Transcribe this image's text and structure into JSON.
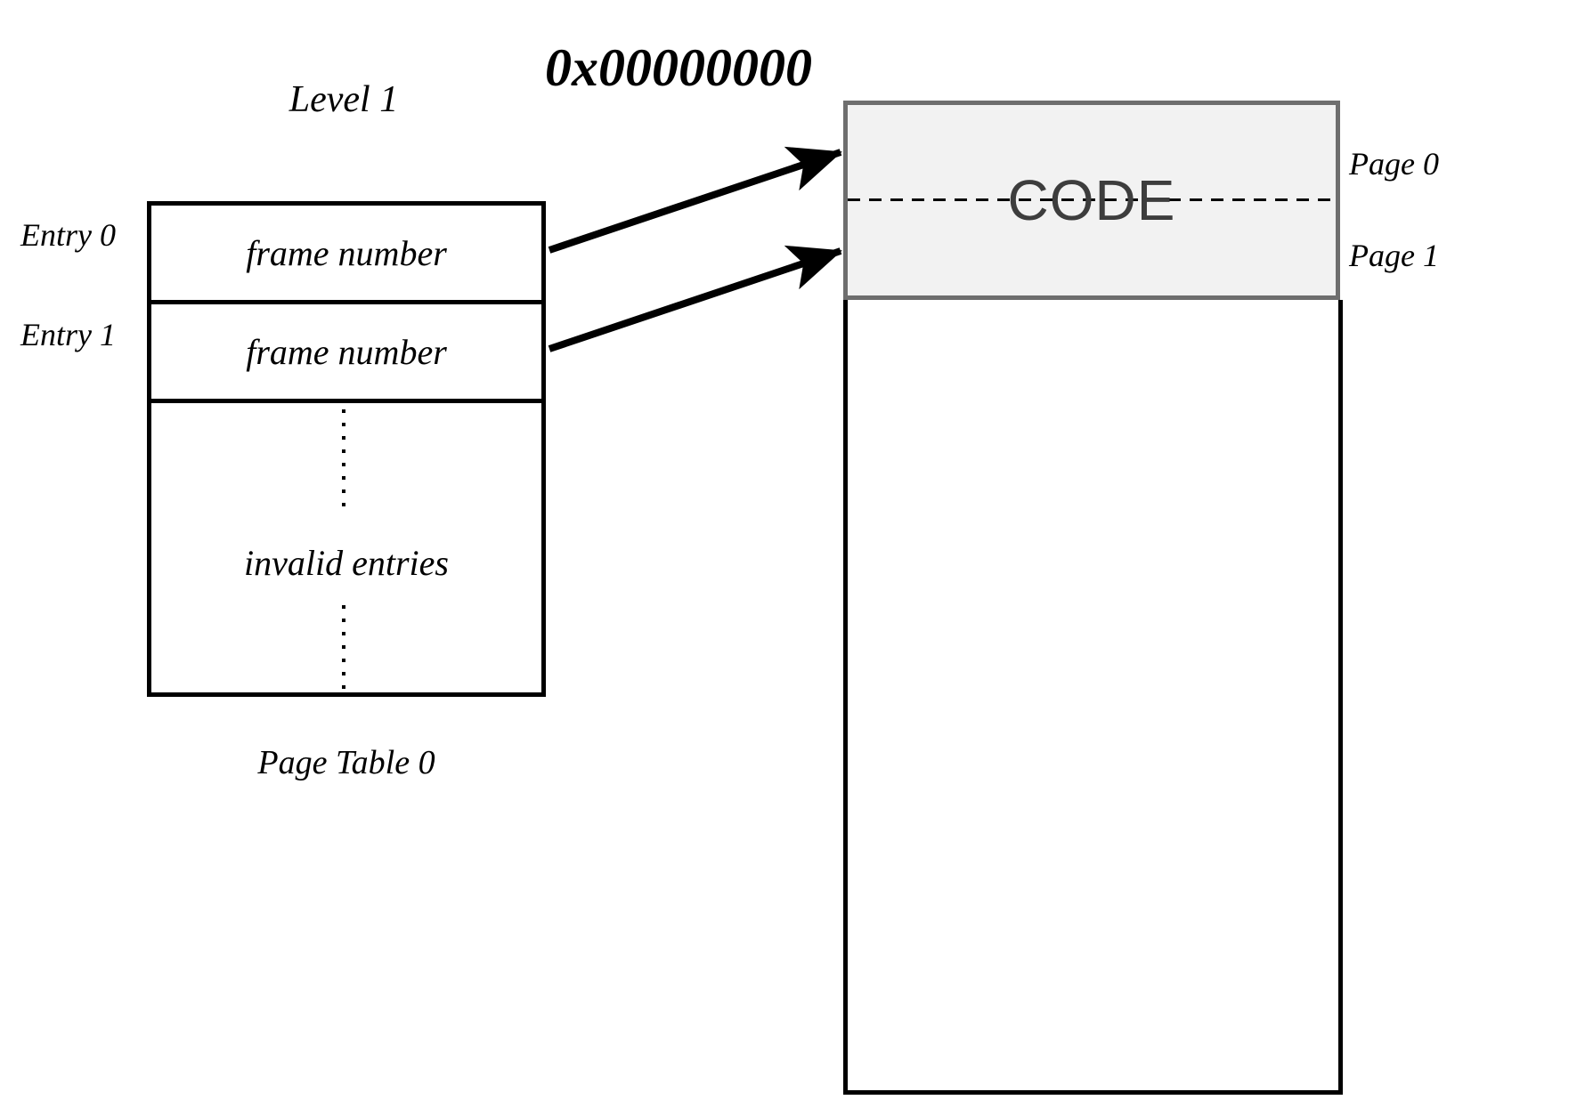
{
  "diagram": {
    "level_label": "Level 1",
    "address_label": "0x00000000",
    "page_table": {
      "caption": "Page Table 0",
      "entries": [
        {
          "label": "Entry 0",
          "value": "frame number"
        },
        {
          "label": "Entry 1",
          "value": "frame number"
        }
      ],
      "invalid_label": "invalid entries"
    },
    "memory": {
      "segment_label": "CODE",
      "pages": [
        {
          "label": "Page 0"
        },
        {
          "label": "Page 1"
        }
      ]
    },
    "colors": {
      "code_fill": "#f2f2f2",
      "code_border": "#6e6e6e",
      "code_text": "#3d3d3d",
      "line": "#000000"
    }
  }
}
